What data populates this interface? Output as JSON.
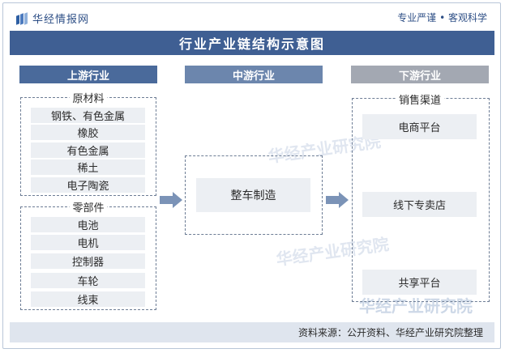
{
  "header": {
    "logo_text": "华经情报网",
    "slogan": "专业严谨 • 客观科学",
    "title": "行业产业链结构示意图"
  },
  "columns": {
    "upstream": "上游行业",
    "midstream": "中游行业",
    "downstream": "下游行业"
  },
  "upstream": {
    "raw_materials": {
      "label": "原材料",
      "items": [
        "钢铁、有色金属",
        "橡胶",
        "有色金属",
        "稀土",
        "电子陶瓷"
      ]
    },
    "parts": {
      "label": "零部件",
      "items": [
        "电池",
        "电机",
        "控制器",
        "车轮",
        "线束"
      ]
    }
  },
  "midstream": {
    "items": [
      "整车制造"
    ]
  },
  "downstream": {
    "label": "销售渠道",
    "items": [
      "电商平台",
      "线下专卖店",
      "共享平台"
    ]
  },
  "watermark": {
    "text": "华经产业研究院"
  },
  "footer": {
    "source": "资料来源：公开资料、华经产业研究院整理"
  },
  "colors": {
    "title_bar": "#3f5f93",
    "upstream_header": "#4a6a9b",
    "midstream_header": "#6c86ad",
    "downstream_header": "#a3a8b2",
    "box_fill": "#eceff3",
    "arrow": "#7b93b7"
  }
}
